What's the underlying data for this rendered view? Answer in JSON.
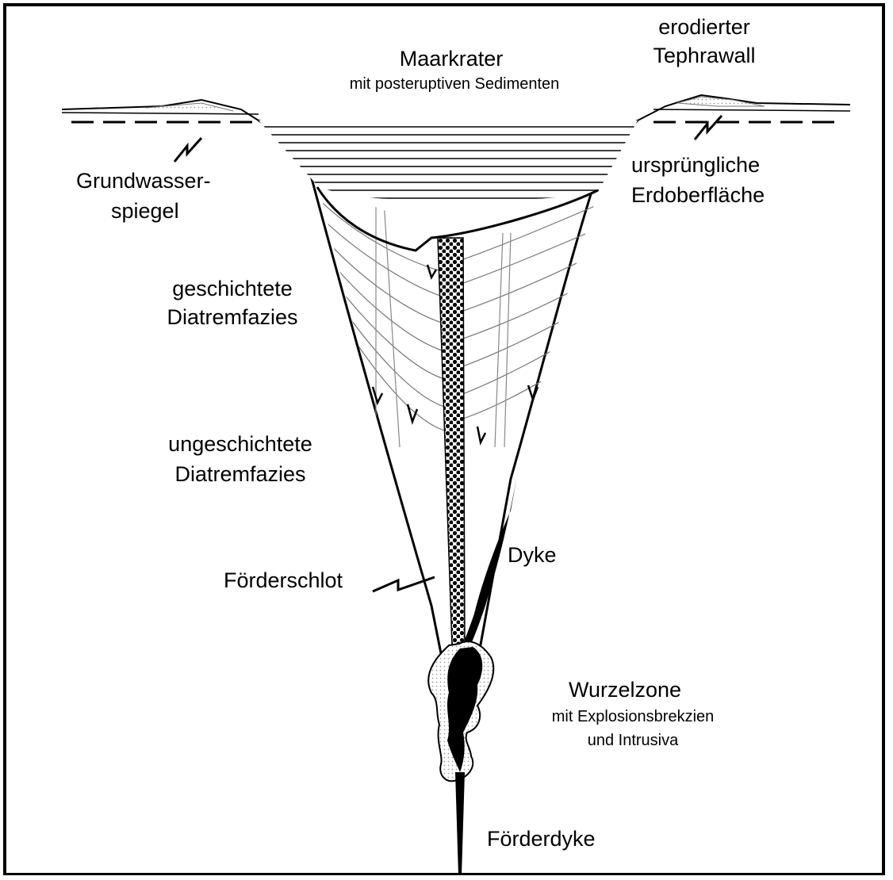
{
  "labels": {
    "maarkrater": "Maarkrater",
    "maarkrater_sub": "mit posteruptiven Sedimenten",
    "tephrawall_1": "erodierter",
    "tephrawall_2": "Tephrawall",
    "grundwasser_1": "Grundwasser-",
    "grundwasser_2": "spiegel",
    "erdoberflaeche_1": "ursprüngliche",
    "erdoberflaeche_2": "Erdoberfläche",
    "geschichtete_1": "geschichtete",
    "geschichtete_2": "Diatremfazies",
    "ungeschichtete_1": "ungeschichtete",
    "ungeschichtete_2": "Diatremfazies",
    "foerderschlot": "Förderschlot",
    "dyke": "Dyke",
    "wurzelzone": "Wurzelzone",
    "wurzelzone_sub1": "mit Explosionsbrekzien",
    "wurzelzone_sub2": "und Intrusiva",
    "foerderdyke": "Förderdyke"
  },
  "colors": {
    "ink": "#000000",
    "paper": "#ffffff",
    "hatch": "#8a8a8a",
    "stipple": "#b5b5b5"
  }
}
